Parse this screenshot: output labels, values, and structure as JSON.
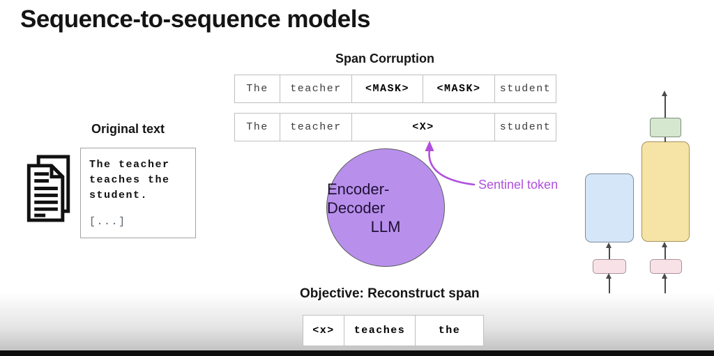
{
  "title": "Sequence-to-sequence models",
  "span_corruption": {
    "label": "Span Corruption",
    "row_corrupted": [
      "The",
      "teacher",
      "<MASK>",
      "<MASK>",
      "student"
    ],
    "row_sentinel": [
      "The",
      "teacher",
      "<X>",
      "student"
    ]
  },
  "original_text": {
    "label": "Original text",
    "lines": [
      "The teacher",
      "teaches the",
      "student."
    ],
    "ellipsis": "[...]"
  },
  "model": {
    "name_line1": "Encoder-Decoder",
    "name_line2": "LLM"
  },
  "sentinel": {
    "label": "Sentinel token"
  },
  "objective": {
    "label": "Objective: Reconstruct span",
    "row": [
      "<x>",
      "teaches",
      "the"
    ]
  },
  "colors": {
    "sentinel_accent": "#b14fdd",
    "model_circle_fill": "#b890ec",
    "encoder_block_fill": "#d5e6f8",
    "decoder_block_fill": "#f6e4a7",
    "output_block_fill": "#d6e7d0",
    "embedding_block_fill": "#f9e2e7"
  }
}
